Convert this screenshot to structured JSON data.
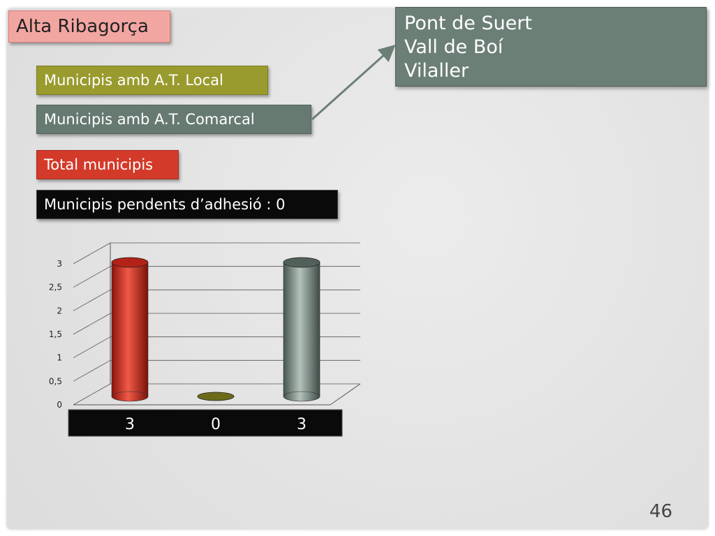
{
  "title": "Alta Ribagorça",
  "legend": {
    "local": "Municipis amb A.T. Local",
    "comarcal": "Municipis amb A.T. Comarcal",
    "total": "Total municipis",
    "pending": "Municipis pendents d’adhesió : 0"
  },
  "municipalities": [
    "Pont de Suert",
    "Vall de Boí",
    "Vilaller"
  ],
  "page_number": "46",
  "colors": {
    "local": "#9a9b2e",
    "comarcal": "#667a72",
    "total": "#d33a2a",
    "pending": "#0a0a0a"
  },
  "chart_data": {
    "type": "bar",
    "style": "3d-cylinder",
    "categories": [
      "Total municipis",
      "Municipis amb A.T. Local",
      "Municipis amb A.T. Comarcal"
    ],
    "values": [
      3,
      0,
      3
    ],
    "data_labels": [
      "3",
      "0",
      "3"
    ],
    "bar_colors": [
      "#d33a2a",
      "#9a9b2e",
      "#7f928a"
    ],
    "ylim": [
      0,
      3
    ],
    "yticks": [
      "0",
      "0,5",
      "1",
      "1,5",
      "2",
      "2,5",
      "3"
    ],
    "grid": true,
    "title": "",
    "xlabel": "",
    "ylabel": ""
  }
}
